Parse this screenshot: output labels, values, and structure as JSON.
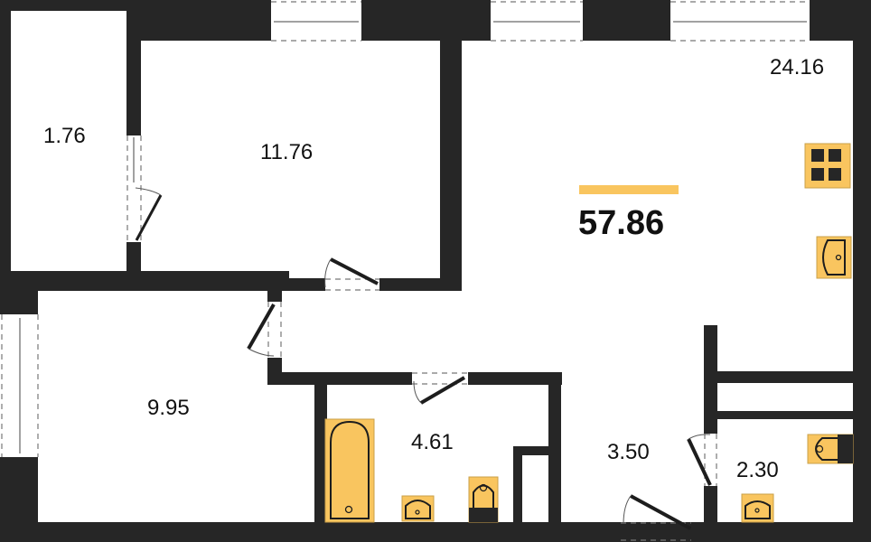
{
  "plan": {
    "total_area": "57.86",
    "accent_color": "#f9c55f",
    "wall_color": "#262626",
    "rooms": [
      {
        "id": "storage",
        "area": "1.76"
      },
      {
        "id": "bedroom",
        "area": "11.76"
      },
      {
        "id": "living-kitchen",
        "area": "24.16"
      },
      {
        "id": "bedroom-2",
        "area": "9.95"
      },
      {
        "id": "bathroom",
        "area": "4.61"
      },
      {
        "id": "hallway",
        "area": "3.50"
      },
      {
        "id": "toilet",
        "area": "2.30"
      }
    ]
  }
}
